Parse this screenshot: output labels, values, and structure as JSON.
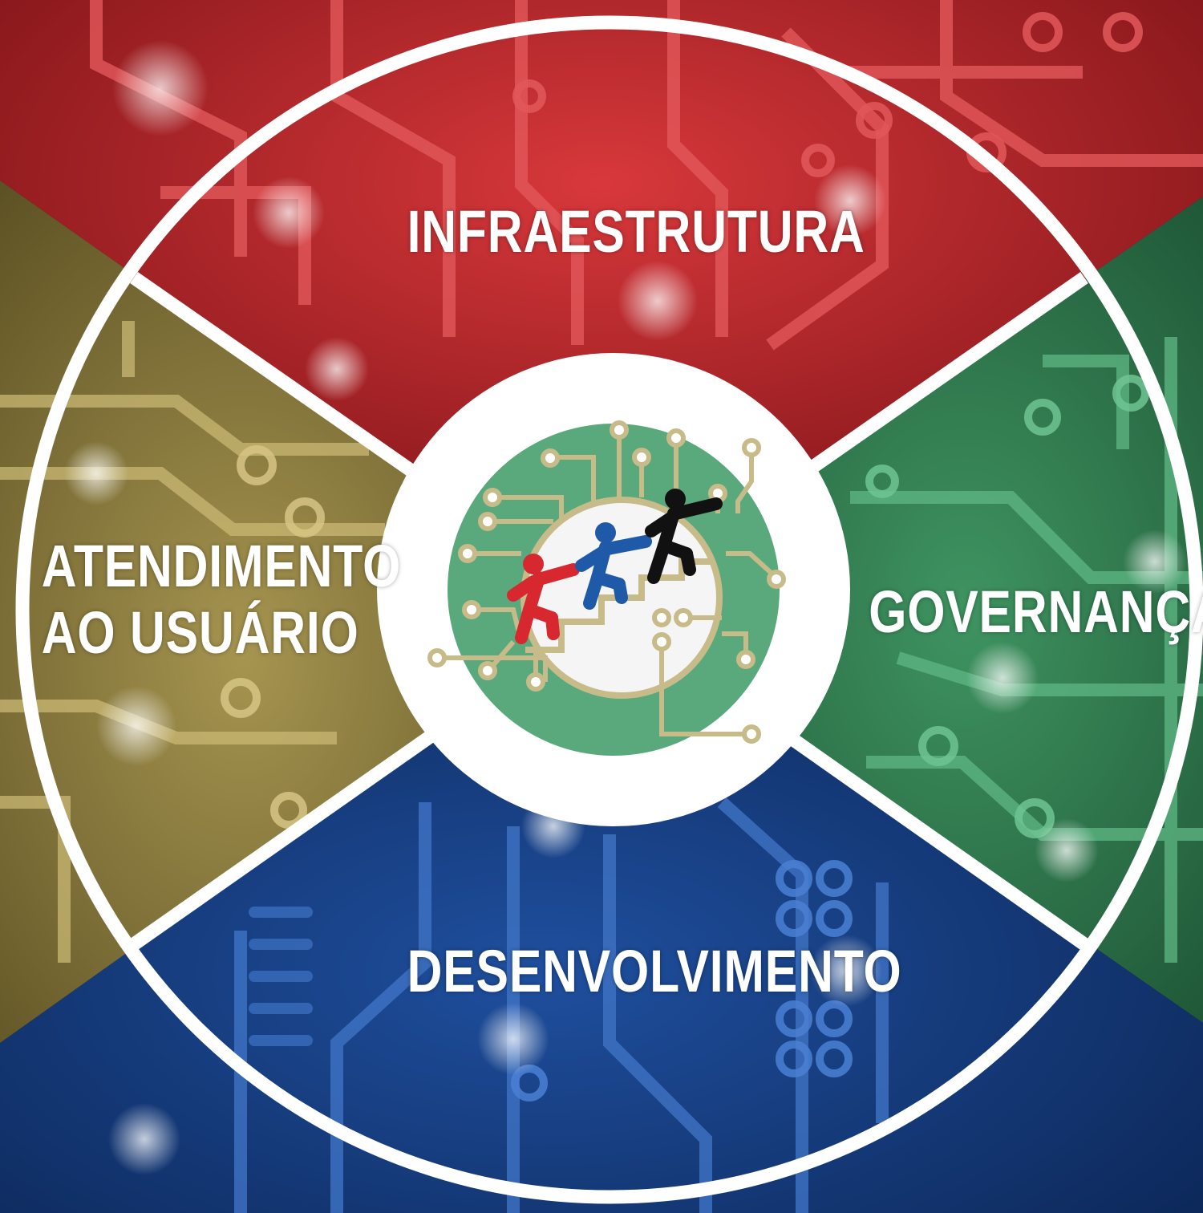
{
  "segments": {
    "top": {
      "label": "INFRAESTRUTURA",
      "color": "#c12a2e"
    },
    "right": {
      "label": "GOVERNANÇA",
      "color": "#2f7a4e"
    },
    "bottom": {
      "label": "DESENVOLVIMENTO",
      "color": "#163f86"
    },
    "left": {
      "line1": "ATENDIMENTO",
      "line2": "AO USUÁRIO",
      "color": "#8f8040"
    }
  },
  "colors": {
    "ring": "#ffffff",
    "hub_green": "#5aa97c",
    "hub_inner": "#f5f5f5",
    "trace_tan": "#c8bb8a",
    "figure_red": "#d7282f",
    "figure_blue": "#1f5aa8",
    "figure_black": "#111111"
  },
  "center_icon": "people-climbing-stairs-circuit-icon"
}
